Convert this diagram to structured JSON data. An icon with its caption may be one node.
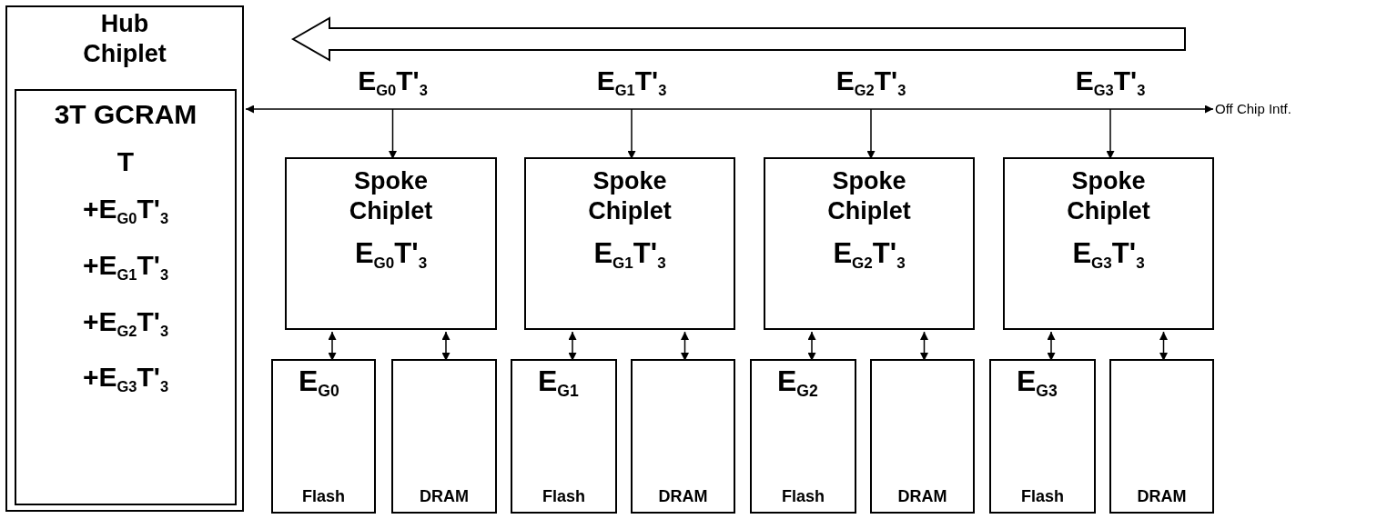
{
  "diagram": {
    "nodes": [
      {
        "text": [
          "Hub Chiplet"
        ]
      },
      {
        "text": [
          "3T GCRAM",
          "T",
          "+E$_{G0}$T'$_{3}$",
          "+E$_{G1}$T'$_{3}$",
          "+E$_{G2}$T'$_{3}$",
          "+E$_{G3}$T'$_{3}$"
        ],
        "in": 0
      },
      {
        "text": [
          "Spoke Chiplet",
          "E$_{G0}$T'$_{3}$"
        ]
      },
      {
        "text": [
          "Spoke Chiplet",
          "E$_{G1}$T'$_{3}$"
        ]
      },
      {
        "text": [
          "Spoke Chiplet",
          "E$_{G2}$T'$_{3}$"
        ]
      },
      {
        "text": [
          "Spoke Chiplet",
          "E$_{G3}$T'$_{3}$"
        ]
      },
      {
        "text": [
          "E$_{G0}$",
          "Flash"
        ]
      },
      {
        "text": [
          "DRAM"
        ]
      },
      {
        "text": [
          "E$_{G1}$",
          "Flash"
        ]
      },
      {
        "text": [
          "DRAM"
        ]
      },
      {
        "text": [
          "E$_{G2}$",
          "Flash"
        ]
      },
      {
        "text": [
          "DRAM"
        ]
      },
      {
        "text": [
          "E$_{G3}$",
          "Flash"
        ]
      },
      {
        "text": [
          "DRAM"
        ]
      },
      {
        "text": [
          "Off Chip Intf."
        ]
      }
    ],
    "edges": [
      {
        "from": 0,
        "to": 14,
        "arrow": "both"
      },
      {
        "from": null,
        "to": 2,
        "arrow": "to",
        "label": "E$_{G0}$T'$_{3}$"
      },
      {
        "from": null,
        "to": 3,
        "arrow": "to",
        "label": "E$_{G1}$T'$_{3}$"
      },
      {
        "from": null,
        "to": 4,
        "arrow": "to",
        "label": "E$_{G2}$T'$_{3}$"
      },
      {
        "from": null,
        "to": 5,
        "arrow": "to",
        "label": "E$_{G3}$T'$_{3}$"
      },
      {
        "from": 2,
        "to": 6,
        "arrow": "both"
      },
      {
        "from": 2,
        "to": 7,
        "arrow": "both"
      },
      {
        "from": 3,
        "to": 8,
        "arrow": "both"
      },
      {
        "from": 3,
        "to": 9,
        "arrow": "both"
      },
      {
        "from": 4,
        "to": 10,
        "arrow": "both"
      },
      {
        "from": 4,
        "to": 11,
        "arrow": "both"
      },
      {
        "from": 5,
        "to": 12,
        "arrow": "both"
      },
      {
        "from": 5,
        "to": 13,
        "arrow": "both"
      }
    ]
  }
}
